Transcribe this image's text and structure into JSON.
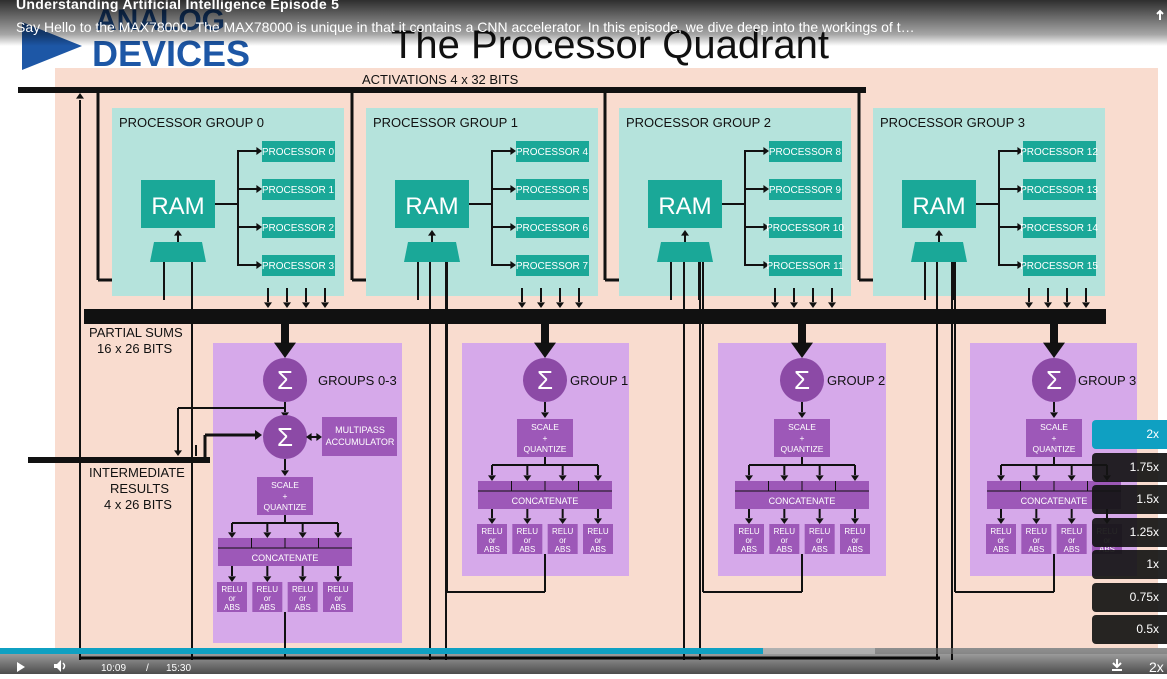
{
  "video": {
    "title": "Understanding Artificial Intelligence Episode 5",
    "description": "Say Hello to the MAX78000. The MAX78000 is unique in that it contains a CNN accelerator. In this episode, we dive deep into the workings of t…",
    "current_time": "10:09",
    "time_separator": "/",
    "duration": "15:30",
    "progress": 0.654,
    "buffered": 0.75,
    "current_speed": "2x",
    "speed_options": [
      "2x",
      "1.75x",
      "1.5x",
      "1.25x",
      "1x",
      "0.75x",
      "0.5x"
    ],
    "accent_color": "#0fa0c2"
  },
  "slide": {
    "logo": {
      "line1": "ANALOG",
      "line2": "DEVICES"
    },
    "title": "The Processor Quadrant",
    "activations_label": "ACTIVATIONS 4 x 32 BITS",
    "partial_sums_label": [
      "PARTIAL SUMS",
      "16 x 26 BITS"
    ],
    "intermediate_label": [
      "INTERMEDIATE",
      "RESULTS",
      "4 x 26 BITS"
    ],
    "ram_label": "RAM",
    "groups": [
      {
        "name": "PROCESSOR GROUP 0",
        "processors": [
          "PROCESSOR 0",
          "PROCESSOR 1",
          "PROCESSOR 2",
          "PROCESSOR 3"
        ]
      },
      {
        "name": "PROCESSOR GROUP 1",
        "processors": [
          "PROCESSOR 4",
          "PROCESSOR 5",
          "PROCESSOR 6",
          "PROCESSOR 7"
        ]
      },
      {
        "name": "PROCESSOR GROUP 2",
        "processors": [
          "PROCESSOR 8",
          "PROCESSOR 9",
          "PROCESSOR 10",
          "PROCESSOR 11"
        ]
      },
      {
        "name": "PROCESSOR GROUP 3",
        "processors": [
          "PROCESSOR 12",
          "PROCESSOR 13",
          "PROCESSOR 14",
          "PROCESSOR 15"
        ]
      }
    ],
    "sum_symbol": "Σ",
    "output_blocks": [
      {
        "label": "GROUPS 0-3"
      },
      {
        "label": "GROUP 1"
      },
      {
        "label": "GROUP 2"
      },
      {
        "label": "GROUP 3"
      }
    ],
    "multipass_label": [
      "MULTIPASS",
      "ACCUMULATOR"
    ],
    "scale_label": [
      "SCALE",
      "+",
      "QUANTIZE"
    ],
    "concat_label": "CONCATENATE",
    "relu_label": [
      "RELU",
      "or",
      "ABS"
    ],
    "colors": {
      "background": "#f9dccf",
      "group_fill": "#b5e3dc",
      "processor_fill": "#1aa898",
      "output_fill": "#d6a9ea",
      "sum_fill": "#8c4aa6",
      "unit_fill": "#9d58b8",
      "wire": "#111111"
    }
  }
}
